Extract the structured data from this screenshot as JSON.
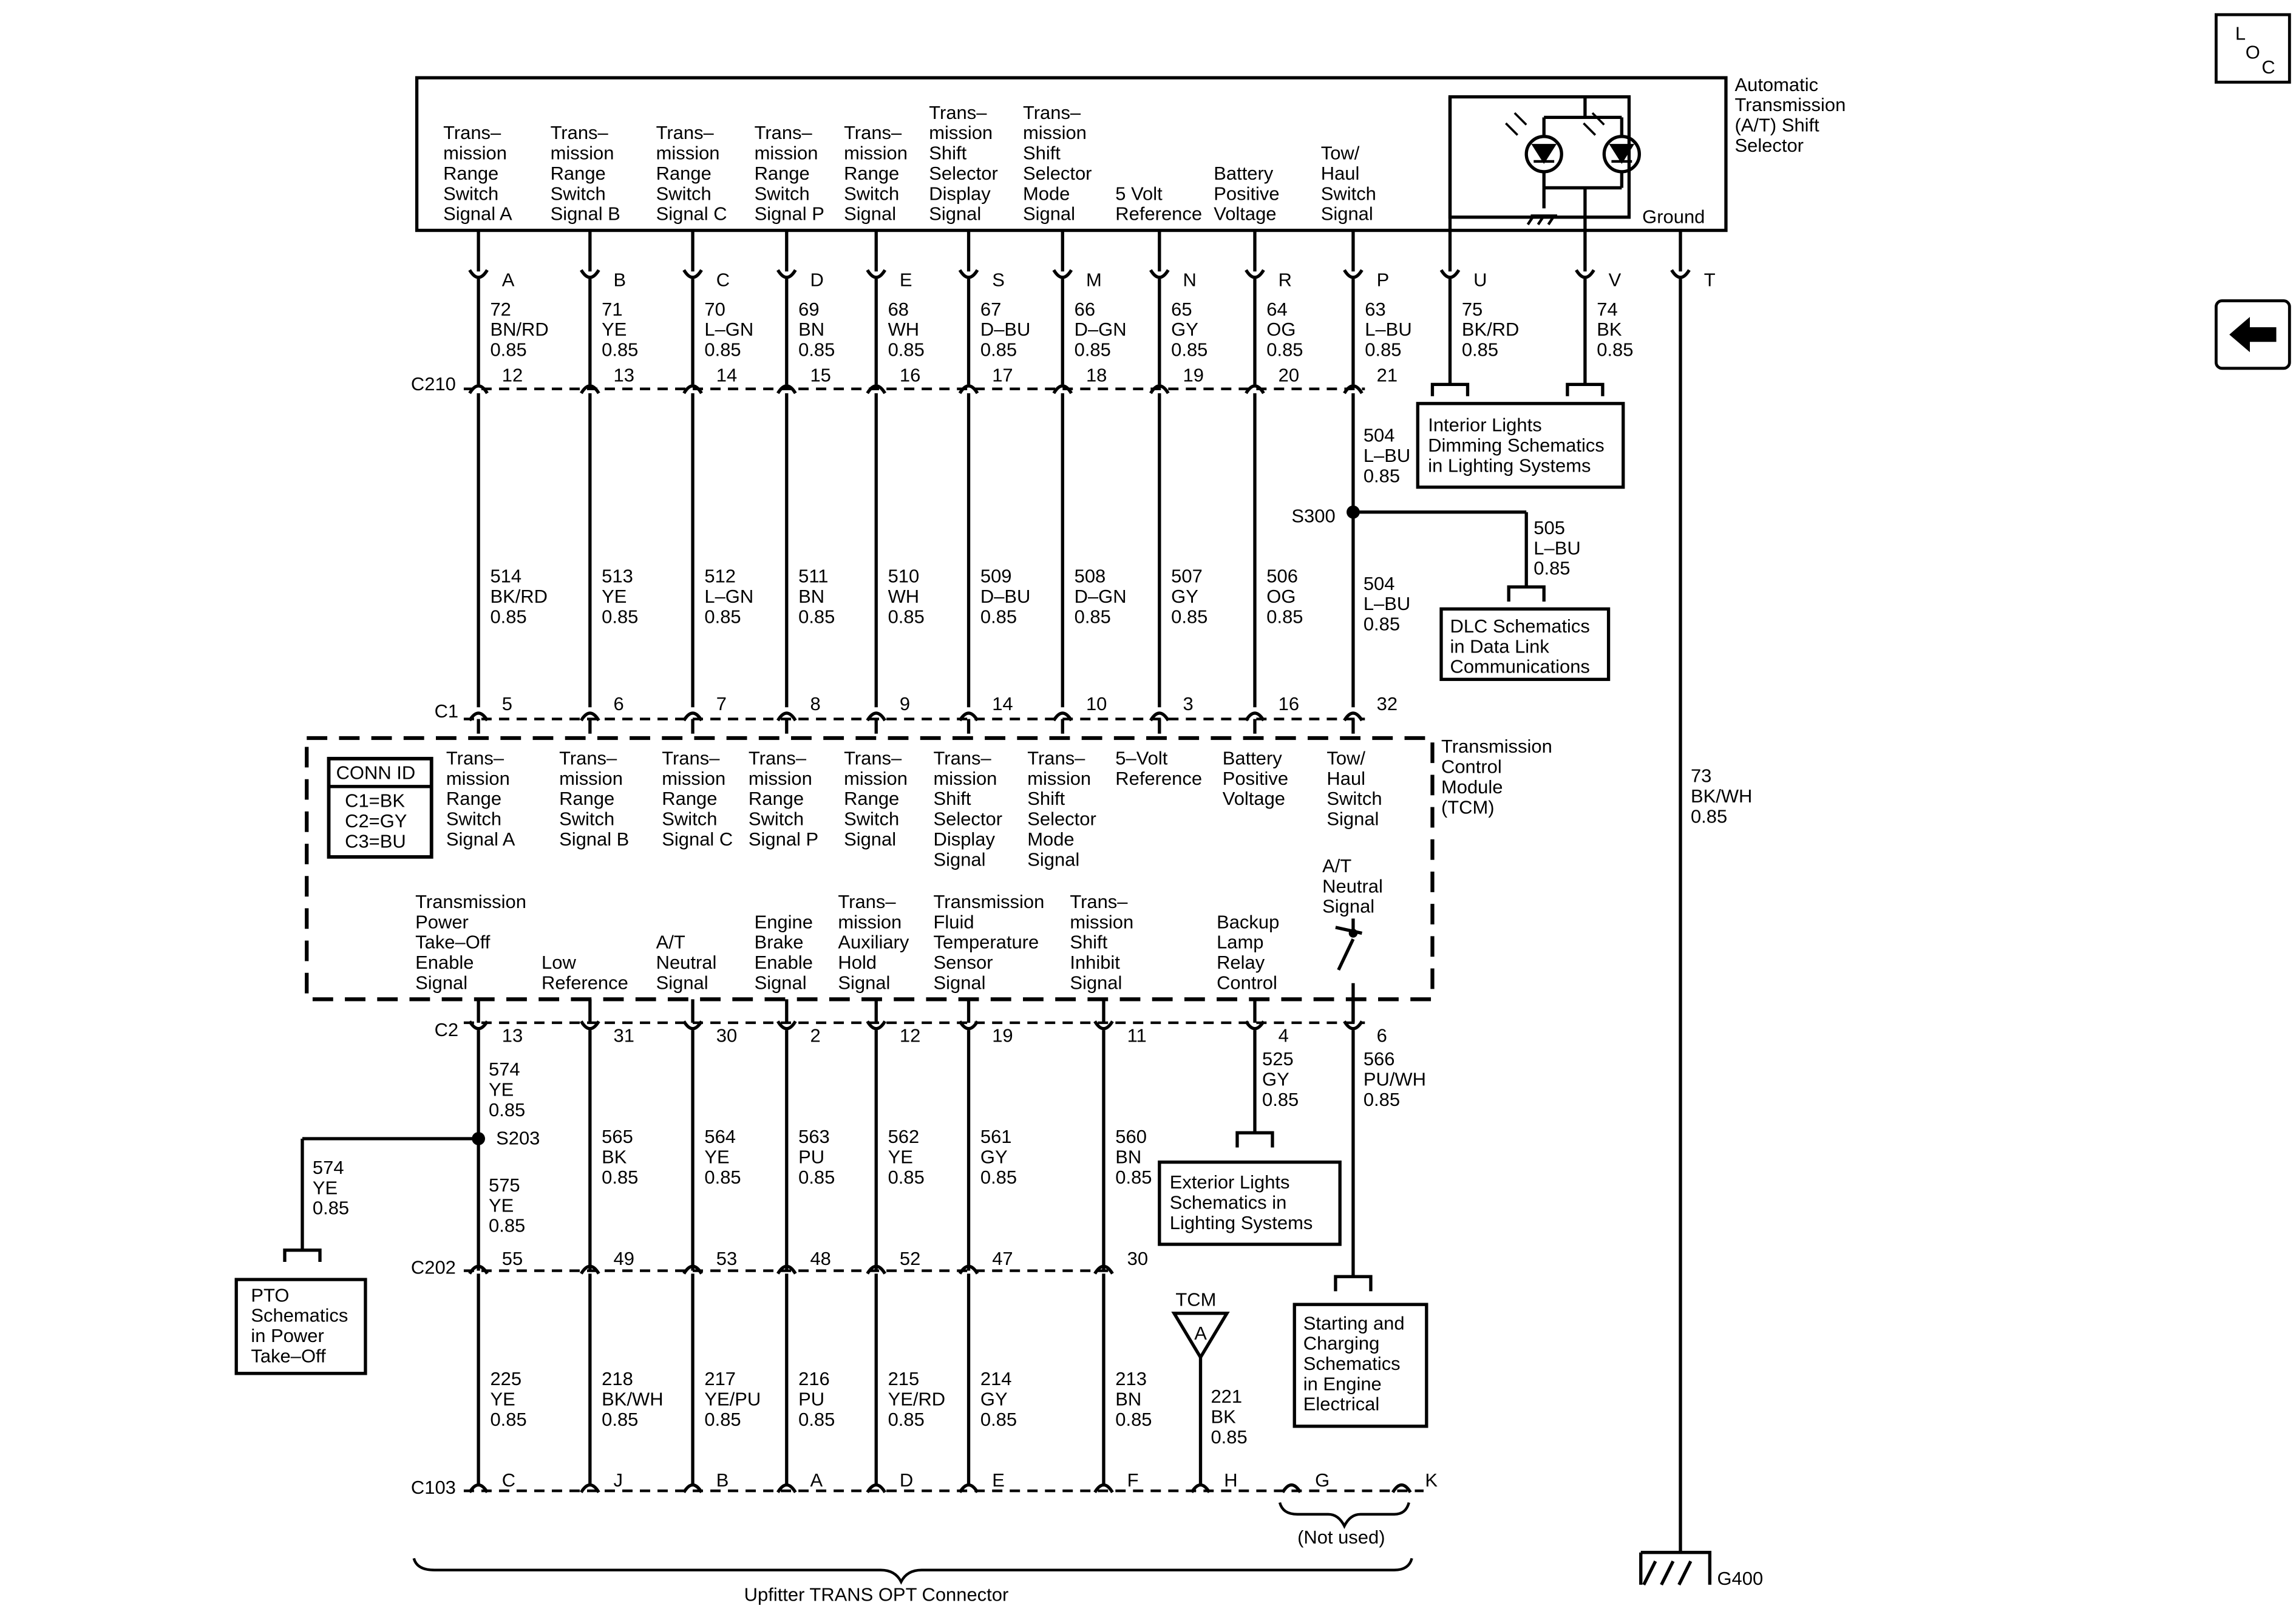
{
  "selector": {
    "name": [
      "Automatic",
      "Transmission",
      "(A/T) Shift",
      "Selector"
    ],
    "ground_label": "Ground",
    "circuits": [
      {
        "label": [
          "Trans–",
          "mission",
          "Range",
          "Switch",
          "Signal A"
        ],
        "pin": "A",
        "circuit": "72",
        "color": "BN/RD",
        "gauge": "0.85"
      },
      {
        "label": [
          "Trans–",
          "mission",
          "Range",
          "Switch",
          "Signal B"
        ],
        "pin": "B",
        "circuit": "71",
        "color": "YE",
        "gauge": "0.85"
      },
      {
        "label": [
          "Trans–",
          "mission",
          "Range",
          "Switch",
          "Signal C"
        ],
        "pin": "C",
        "circuit": "70",
        "color": "L–GN",
        "gauge": "0.85"
      },
      {
        "label": [
          "Trans–",
          "mission",
          "Range",
          "Switch",
          "Signal P"
        ],
        "pin": "D",
        "circuit": "69",
        "color": "BN",
        "gauge": "0.85"
      },
      {
        "label": [
          "Trans–",
          "mission",
          "Range",
          "Switch",
          "Signal"
        ],
        "pin": "E",
        "circuit": "68",
        "color": "WH",
        "gauge": "0.85"
      },
      {
        "label": [
          "Trans–",
          "mission",
          "Shift",
          "Selector",
          "Display",
          "Signal"
        ],
        "pin": "S",
        "circuit": "67",
        "color": "D–BU",
        "gauge": "0.85"
      },
      {
        "label": [
          "Trans–",
          "mission",
          "Shift",
          "Selector",
          "Mode",
          "Signal"
        ],
        "pin": "M",
        "circuit": "66",
        "color": "D–GN",
        "gauge": "0.85"
      },
      {
        "label": [
          "5 Volt",
          "Reference"
        ],
        "pin": "N",
        "circuit": "65",
        "color": "GY",
        "gauge": "0.85"
      },
      {
        "label": [
          "Battery",
          "Positive",
          "Voltage"
        ],
        "pin": "R",
        "circuit": "64",
        "color": "OG",
        "gauge": "0.85"
      },
      {
        "label": [
          "Tow/",
          "Haul",
          "Switch",
          "Signal"
        ],
        "pin": "P",
        "circuit": "63",
        "color": "L–BU",
        "gauge": "0.85"
      },
      {
        "label": [],
        "pin": "U",
        "circuit": "75",
        "color": "BK/RD",
        "gauge": "0.85"
      },
      {
        "label": [],
        "pin": "V",
        "circuit": "74",
        "color": "BK",
        "gauge": "0.85"
      },
      {
        "label": [],
        "pin": "T",
        "circuit": "",
        "color": "",
        "gauge": ""
      }
    ]
  },
  "c210": {
    "name": "C210",
    "pins": [
      "12",
      "13",
      "14",
      "15",
      "16",
      "17",
      "18",
      "19",
      "20",
      "21"
    ],
    "wires": [
      {
        "circuit": "514",
        "color": "BK/RD",
        "gauge": "0.85"
      },
      {
        "circuit": "513",
        "color": "YE",
        "gauge": "0.85"
      },
      {
        "circuit": "512",
        "color": "L–GN",
        "gauge": "0.85"
      },
      {
        "circuit": "511",
        "color": "BN",
        "gauge": "0.85"
      },
      {
        "circuit": "510",
        "color": "WH",
        "gauge": "0.85"
      },
      {
        "circuit": "509",
        "color": "D–BU",
        "gauge": "0.85"
      },
      {
        "circuit": "508",
        "color": "D–GN",
        "gauge": "0.85"
      },
      {
        "circuit": "507",
        "color": "GY",
        "gauge": "0.85"
      },
      {
        "circuit": "506",
        "color": "OG",
        "gauge": "0.85"
      }
    ]
  },
  "s300": {
    "name": "S300",
    "above": {
      "circuit": "504",
      "color": "L–BU",
      "gauge": "0.85"
    },
    "below": {
      "circuit": "504",
      "color": "L–BU",
      "gauge": "0.85"
    },
    "branch": {
      "circuit": "505",
      "color": "L–BU",
      "gauge": "0.85"
    }
  },
  "refs": {
    "interior": [
      "Interior Lights",
      "Dimming Schematics",
      "in Lighting Systems"
    ],
    "dlc": [
      "DLC Schematics",
      "in Data Link",
      "Communications"
    ],
    "exterior": [
      "Exterior Lights",
      "Schematics in",
      "Lighting Systems"
    ],
    "pto": [
      "PTO",
      "Schematics",
      "in Power",
      "Take–Off"
    ],
    "starting": [
      "Starting and",
      "Charging",
      "Schematics",
      "in Engine",
      "Electrical"
    ]
  },
  "c1": {
    "name": "C1",
    "pins": [
      "5",
      "6",
      "7",
      "8",
      "9",
      "14",
      "10",
      "3",
      "16",
      "32"
    ]
  },
  "tcm": {
    "name": [
      "Transmission",
      "Control",
      "Module",
      "(TCM)"
    ],
    "conn_id": [
      "CONN ID",
      "C1=BK",
      "C2=GY",
      "C3=BU"
    ],
    "upper_labels": [
      [
        "Trans–",
        "mission",
        "Range",
        "Switch",
        "Signal A"
      ],
      [
        "Trans–",
        "mission",
        "Range",
        "Switch",
        "Signal B"
      ],
      [
        "Trans–",
        "mission",
        "Range",
        "Switch",
        "Signal C"
      ],
      [
        "Trans–",
        "mission",
        "Range",
        "Switch",
        "Signal P"
      ],
      [
        "Trans–",
        "mission",
        "Range",
        "Switch",
        "Signal"
      ],
      [
        "Trans–",
        "mission",
        "Shift",
        "Selector",
        "Display",
        "Signal"
      ],
      [
        "Trans–",
        "mission",
        "Shift",
        "Selector",
        "Mode",
        "Signal"
      ],
      [
        "5–Volt",
        "Reference"
      ],
      [
        "Battery",
        "Positive",
        "Voltage"
      ],
      [
        "Tow/",
        "Haul",
        "Switch",
        "Signal"
      ]
    ],
    "lower_labels": [
      [
        "Transmission",
        "Power",
        "Take–Off",
        "Enable",
        "Signal"
      ],
      [
        "Low",
        "Reference"
      ],
      [
        "A/T",
        "Neutral",
        "Signal"
      ],
      [
        "Engine",
        "Brake",
        "Enable",
        "Signal"
      ],
      [
        "Trans–",
        "mission",
        "Auxiliary",
        "Hold",
        "Signal"
      ],
      [
        "Transmission",
        "Fluid",
        "Temperature",
        "Sensor",
        "Signal"
      ],
      [
        "Trans–",
        "mission",
        "Shift",
        "Inhibit",
        "Signal"
      ],
      [
        "Backup",
        "Lamp",
        "Relay",
        "Control"
      ],
      [
        "A/T",
        "Neutral",
        "Signal"
      ]
    ]
  },
  "c2": {
    "name": "C2",
    "pins": [
      "13",
      "31",
      "30",
      "2",
      "12",
      "19",
      "11",
      "4",
      "6"
    ],
    "wires": [
      {
        "circuit": "574",
        "color": "YE",
        "gauge": "0.85"
      },
      {
        "circuit": "565",
        "color": "BK",
        "gauge": "0.85"
      },
      {
        "circuit": "564",
        "color": "YE",
        "gauge": "0.85"
      },
      {
        "circuit": "563",
        "color": "PU",
        "gauge": "0.85"
      },
      {
        "circuit": "562",
        "color": "YE",
        "gauge": "0.85"
      },
      {
        "circuit": "561",
        "color": "GY",
        "gauge": "0.85"
      },
      {
        "circuit": "560",
        "color": "BN",
        "gauge": "0.85"
      },
      {
        "circuit": "525",
        "color": "GY",
        "gauge": "0.85"
      },
      {
        "circuit": "566",
        "color": "PU/WH",
        "gauge": "0.85"
      }
    ]
  },
  "s203": {
    "name": "S203",
    "below": {
      "circuit": "575",
      "color": "YE",
      "gauge": "0.85"
    },
    "branch": {
      "circuit": "574",
      "color": "YE",
      "gauge": "0.85"
    }
  },
  "c202": {
    "name": "C202",
    "pins": [
      "55",
      "49",
      "53",
      "48",
      "52",
      "47",
      "30"
    ],
    "wires": [
      {
        "circuit": "225",
        "color": "YE",
        "gauge": "0.85"
      },
      {
        "circuit": "218",
        "color": "BK/WH",
        "gauge": "0.85"
      },
      {
        "circuit": "217",
        "color": "YE/PU",
        "gauge": "0.85"
      },
      {
        "circuit": "216",
        "color": "PU",
        "gauge": "0.85"
      },
      {
        "circuit": "215",
        "color": "YE/RD",
        "gauge": "0.85"
      },
      {
        "circuit": "214",
        "color": "GY",
        "gauge": "0.85"
      },
      {
        "circuit": "213",
        "color": "BN",
        "gauge": "0.85"
      }
    ]
  },
  "tcm_ref": {
    "label": "TCM",
    "letter": "A",
    "circuit": "221",
    "color": "BK",
    "gauge": "0.85"
  },
  "c103": {
    "name": "C103",
    "pins": [
      "C",
      "J",
      "B",
      "A",
      "D",
      "E",
      "F",
      "H",
      "G",
      "K"
    ],
    "not_used": "(Not used)",
    "connector_name": "Upfitter TRANS OPT Connector"
  },
  "ground": {
    "circuit": "73",
    "color": "BK/WH",
    "gauge": "0.85",
    "name": "G400"
  },
  "loc_icon": [
    "L",
    "O",
    "C"
  ],
  "back_arrow": "back-arrow"
}
